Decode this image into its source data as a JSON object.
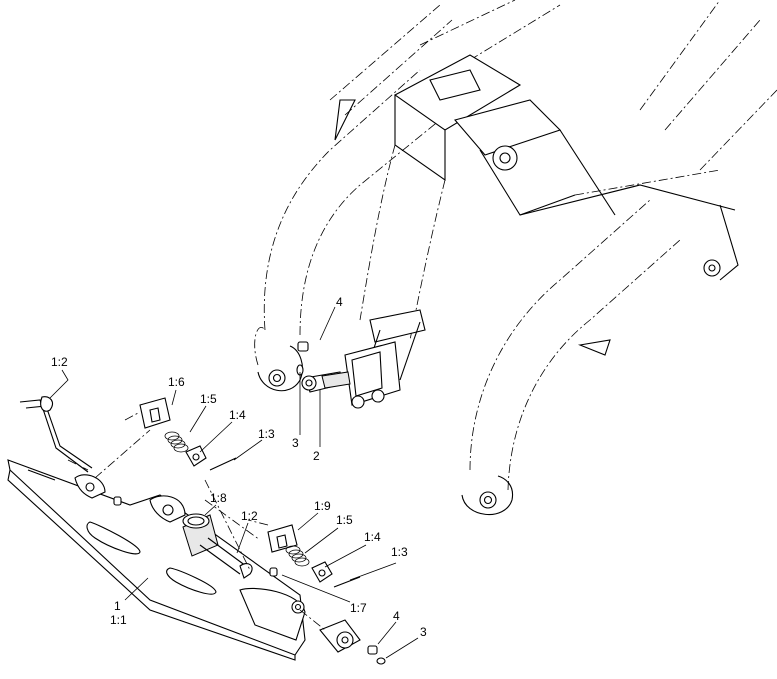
{
  "callouts": {
    "c1_2_top": "1:2",
    "c1_6": "1:6",
    "c1_5_top": "1:5",
    "c1_4_top": "1:4",
    "c1_3_top": "1:3",
    "c4_top": "4",
    "c3_mid": "3",
    "c2_mid": "2",
    "c1_8": "1:8",
    "c1_2_mid": "1:2",
    "c1_9": "1:9",
    "c1_5_low": "1:5",
    "c1_4_low": "1:4",
    "c1_3_low": "1:3",
    "c1": "1",
    "c1_1": "1:1",
    "c1_7": "1:7",
    "c4_low": "4",
    "c3_low": "3"
  }
}
